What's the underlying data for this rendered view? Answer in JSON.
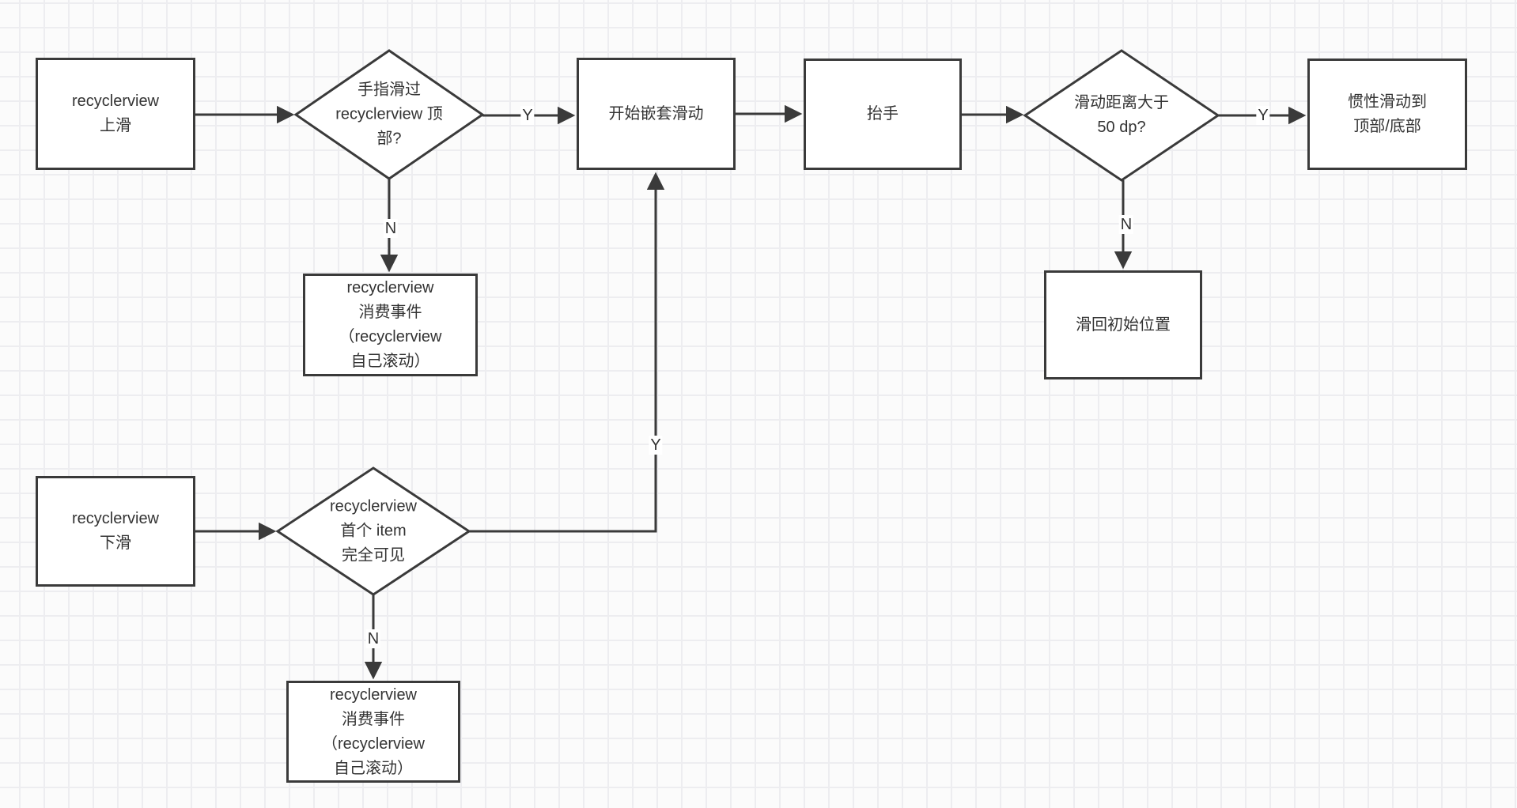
{
  "canvas": {
    "colors": {
      "stroke": "#3a3a3a",
      "text": "#333333",
      "background": "#fbfbfb",
      "grid": "#ededf0",
      "node_fill": "#ffffff"
    },
    "nodes": {
      "rv_scroll_up": {
        "label": "recyclerview\n上滑"
      },
      "finger_over_top": {
        "label": "手指滑过\nrecyclerview 顶\n部?"
      },
      "start_nested_scroll": {
        "label": "开始嵌套滑动"
      },
      "lift_finger": {
        "label": "抬手"
      },
      "distance_gt_50dp": {
        "label": "滑动距离大于\n50 dp?"
      },
      "inertia_scroll": {
        "label": "惯性滑动到\n顶部/底部"
      },
      "rv_consume_top": {
        "label": "recyclerview\n消费事件\n（recyclerview\n自己滚动）"
      },
      "slide_back": {
        "label": "滑回初始位置"
      },
      "rv_scroll_down": {
        "label": "recyclerview\n下滑"
      },
      "first_item_visible": {
        "label": "recyclerview\n首个 item\n完全可见"
      },
      "rv_consume_bottom": {
        "label": "recyclerview\n消费事件\n（recyclerview\n自己滚动）"
      }
    },
    "edge_labels": {
      "d1_yes": "Y",
      "d1_no": "N",
      "d2_yes": "Y",
      "d2_no": "N",
      "d3_yes": "Y",
      "d3_no": "N"
    }
  }
}
